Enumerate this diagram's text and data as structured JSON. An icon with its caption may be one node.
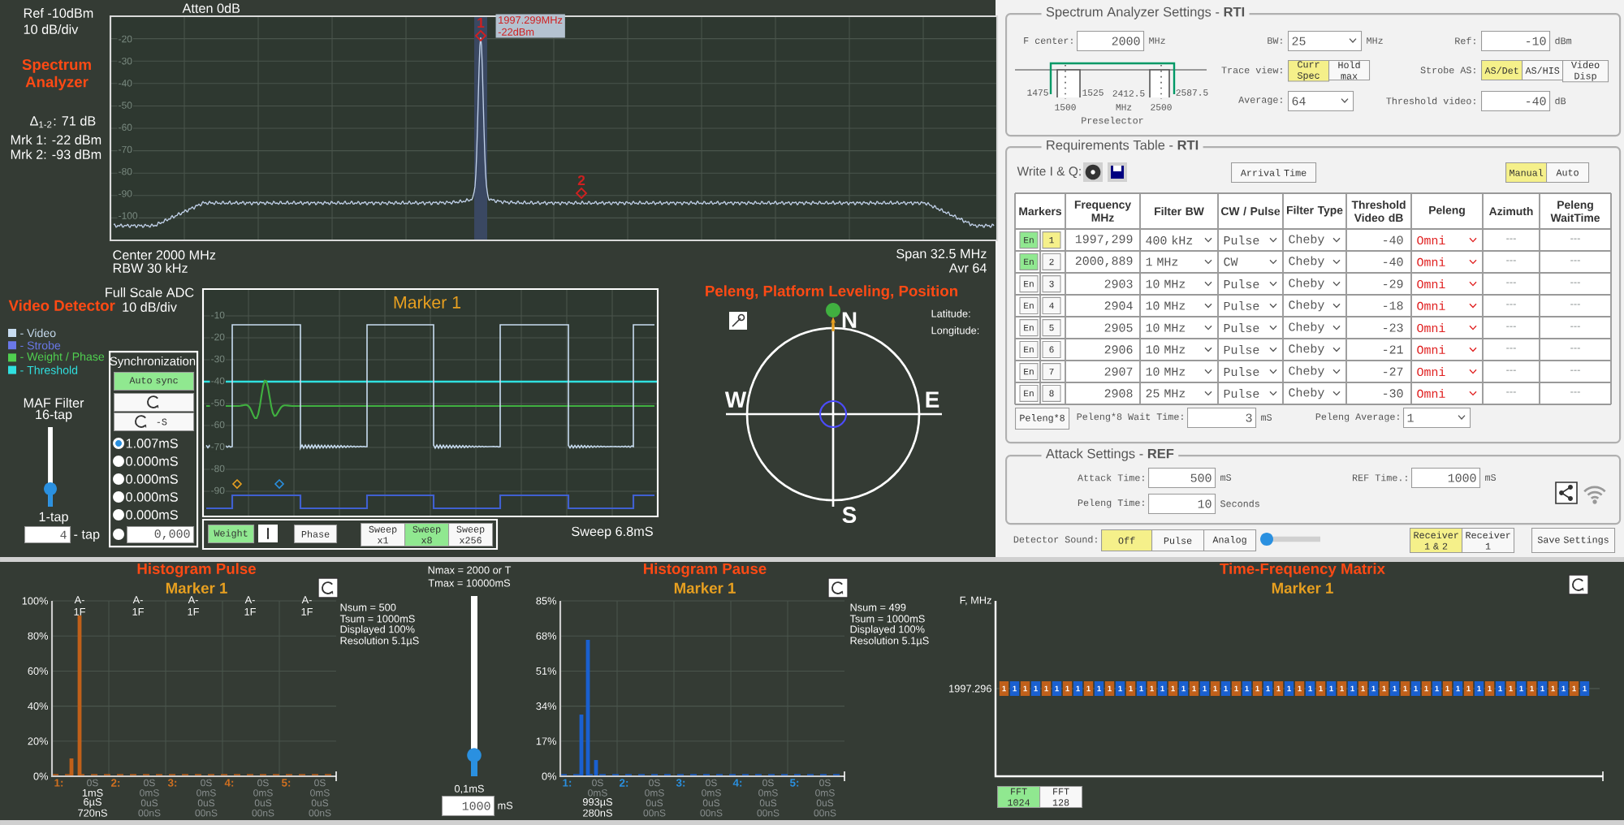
{
  "diagram": {
    "nodes": [
      {
        "text": [
          "Synchronization"
        ]
      },
      {
        "text": [
          "Auto sync"
        ],
        "in": 0
      },
      {
        "text": [
          "-S"
        ],
        "in": 0
      },
      {
        "text": [
          "0,000"
        ],
        "in": 0
      },
      {
        "text": [
          "4"
        ]
      },
      {
        "text": [
          "Weight"
        ]
      },
      {
        "text": [
          "Phase"
        ]
      },
      {
        "text": [
          "Sweep x1"
        ]
      },
      {
        "text": [
          "Sweep x8"
        ]
      },
      {
        "text": [
          "Sweep x256"
        ]
      },
      {
        "text": [
          "Spectrum Analyzer Settings - **RTI**"
        ]
      },
      {
        "text": [
          "2000"
        ],
        "in": 10
      },
      {
        "text": [
          "25"
        ],
        "in": 10
      },
      {
        "text": [
          "-10"
        ],
        "in": 10
      },
      {
        "text": [
          "Curr Spec"
        ],
        "in": 10
      },
      {
        "text": [
          "Hold max"
        ],
        "in": 10
      },
      {
        "text": [
          "AS/Det"
        ],
        "in": 10
      },
      {
        "text": [
          "AS/HIS"
        ],
        "in": 10
      },
      {
        "text": [
          "Video Disp"
        ],
        "in": 10
      },
      {
        "text": [
          "64"
        ],
        "in": 10
      },
      {
        "text": [
          "-40"
        ],
        "in": 10
      },
      {
        "text": [
          "Requirements Table - **RTI**"
        ]
      },
      {
        "text": [
          "Arrival Time"
        ],
        "in": 21
      },
      {
        "text": [
          "Manual"
        ],
        "in": 21
      },
      {
        "text": [
          "Auto"
        ],
        "in": 21
      },
      {
        "text": [
          "Peleng*8"
        ],
        "in": 21
      },
      {
        "text": [
          "3"
        ],
        "in": 21
      },
      {
        "text": [
          "1"
        ],
        "in": 21
      },
      {
        "text": [
          "Attack Settings - **REF**"
        ]
      },
      {
        "text": [
          "500"
        ],
        "in": 28
      },
      {
        "text": [
          "1000"
        ],
        "in": 28
      },
      {
        "text": [
          "10"
        ],
        "in": 28
      },
      {
        "text": [
          "Off"
        ]
      },
      {
        "text": [
          "Pulse"
        ]
      },
      {
        "text": [
          "Analog"
        ]
      },
      {
        "text": [
          "Receiver 1 & 2"
        ]
      },
      {
        "text": [
          "Receiver 1"
        ]
      },
      {
        "text": [
          "Save Settings"
        ]
      },
      {
        "text": [
          "1000"
        ]
      },
      {
        "text": [
          "FFT 1024"
        ]
      },
      {
        "text": [
          "FFT 128"
        ]
      },
      {
        "text": [],
        "shape": "box",
        "in": 0
      }
    ],
    "labels": [
      "Ref -10dBm",
      "10 dB/div",
      "Atten 0dB",
      "Spectrum Analyzer",
      "Δ$_{1-2}$: 71 dB",
      "Mrk 1: -22 dBm",
      "Mrk 2: -93 dBm",
      "-20",
      "-30",
      "-40",
      "-50",
      "-60",
      "-70",
      "-80",
      "-90",
      "-100",
      "1",
      "1997.299MHz -22dBm",
      "2",
      "Center 2000 MHz",
      "RBW 30 kHz",
      "Span 32.5 MHz",
      "Avr 64",
      "Video Detector",
      "Full Scale ADC",
      "10 dB/div",
      "MAF Filter",
      "16-tap",
      "1-tap",
      "- tap",
      "1.007mS",
      "0.000mS",
      "0.000mS",
      "0.000mS",
      "0.000mS",
      "Marker 1",
      "-10",
      "-20",
      "-30",
      "-40",
      "-50",
      "-60",
      "-70",
      "-80",
      "-90",
      "Sweep 6.8mS",
      "Peleng, Platform Leveling, Position",
      "Latitude:",
      "Longitude:",
      "N",
      "W",
      "E",
      "S",
      "F center:",
      "MHz",
      "BW:",
      "MHz",
      "Ref:",
      "dBm",
      "Trace view:",
      "Strobe AS:",
      "Average:",
      "Threshold video:",
      "dB",
      "1475",
      "1500",
      "1525",
      "MHz",
      "2412.5",
      "2500",
      "2587.5",
      "Preselector",
      "Write I & Q:",
      "Markers",
      "Frequency MHz",
      "Filter BW",
      "CW / Pulse",
      "Filter Type",
      "Threshold Video dB",
      "Peleng",
      "Azimuth",
      "Peleng WaitTime",
      "En",
      "1",
      "1997,299",
      "400 kHz",
      "Pulse",
      "Cheby",
      "-40",
      "Omni",
      "---",
      "---",
      "En",
      "2",
      "2000,889",
      "1 MHz",
      "CW",
      "Cheby",
      "-40",
      "Omni",
      "---",
      "---",
      "En",
      "3",
      "2903",
      "10 MHz",
      "Pulse",
      "Cheby",
      "-29",
      "Omni",
      "---",
      "---",
      "En",
      "4",
      "2904",
      "10 MHz",
      "Pulse",
      "Cheby",
      "-18",
      "Omni",
      "---",
      "---",
      "En",
      "5",
      "2905",
      "10 MHz",
      "Pulse",
      "Cheby",
      "-23",
      "Omni",
      "---",
      "---",
      "En",
      "6",
      "2906",
      "10 MHz",
      "Pulse",
      "Cheby",
      "-21",
      "Omni",
      "---",
      "---",
      "En",
      "7",
      "2907",
      "10 MHz",
      "Pulse",
      "Cheby",
      "-27",
      "Omni",
      "---",
      "---",
      "En",
      "8",
      "2908",
      "25 MHz",
      "Pulse",
      "Cheby",
      "-30",
      "Omni",
      "---",
      "---",
      "Peleng*8 Wait Time:",
      "mS",
      "Peleng Average:",
      "Attack Time:",
      "mS",
      "REF Time.:",
      "mS",
      "Peleng Time:",
      "Seconds",
      "Detector Sound:",
      "Histogram Pulse",
      "Marker 1",
      "100%",
      "80%",
      "60%",
      "40%",
      "20%",
      "0%",
      "A- 1F",
      "A- 1F",
      "A- 1F",
      "A- 1F",
      "A- 1F",
      "1:",
      "0S",
      "1mS",
      "6µS",
      "720nS",
      "2:",
      "0S",
      "0mS",
      "0uS",
      "00nS",
      "3:",
      "0S",
      "0mS",
      "0uS",
      "00nS",
      "4:",
      "0S",
      "0mS",
      "0uS",
      "00nS",
      "5:",
      "0S",
      "0mS",
      "0uS",
      "00nS",
      "Nsum = 500",
      "Tsum = 1000mS",
      "Displayed 100%",
      "Resolution 5.1µS",
      "Nmax = 2000 or T",
      "Tmax = 10000mS",
      "0,1mS",
      "mS",
      "Histogram Pause",
      "Marker 1",
      "85%",
      "68%",
      "51%",
      "34%",
      "17%",
      "0%",
      "1:",
      "0S",
      "0mS",
      "993µS",
      "280nS",
      "2:",
      "0S",
      "0mS",
      "0uS",
      "00nS",
      "3:",
      "0S",
      "0mS",
      "0uS",
      "00nS",
      "4:",
      "0S",
      "0mS",
      "0uS",
      "00nS",
      "5:",
      "0S",
      "0mS",
      "0uS",
      "00nS",
      "Nsum = 499",
      "Tsum = 1000mS",
      "Displayed 100%",
      "Resolution 5.1µS",
      "Time-Frequency Matrix",
      "Marker 1",
      "F, MHz",
      "1997.296",
      "1",
      "1",
      "1",
      "1",
      "1",
      "1",
      "1",
      "1",
      "1",
      "1",
      "1",
      "1",
      "1",
      "1",
      "1",
      "1",
      "1",
      "1",
      "1",
      "1",
      "1",
      "1",
      "1",
      "1",
      "1",
      "1",
      "1",
      "1",
      "1",
      "1",
      "1",
      "1",
      "1",
      "1",
      "1",
      "1",
      "1",
      "1",
      "1",
      "1",
      "1",
      "1",
      "1",
      "1",
      "1",
      "1",
      "1",
      "1",
      "1",
      "1",
      "1",
      "1",
      "1",
      "1",
      "1",
      "1"
    ],
    "legend": [
      {
        "text": "- Video",
        "color": "#c8dcf0"
      },
      {
        "text": "- Strobe",
        "color": "#6a78e8"
      },
      {
        "text": "- Weight / Phase",
        "color": "#50d050"
      },
      {
        "text": "- Threshold",
        "color": "#30e0e0"
      }
    ]
  }
}
